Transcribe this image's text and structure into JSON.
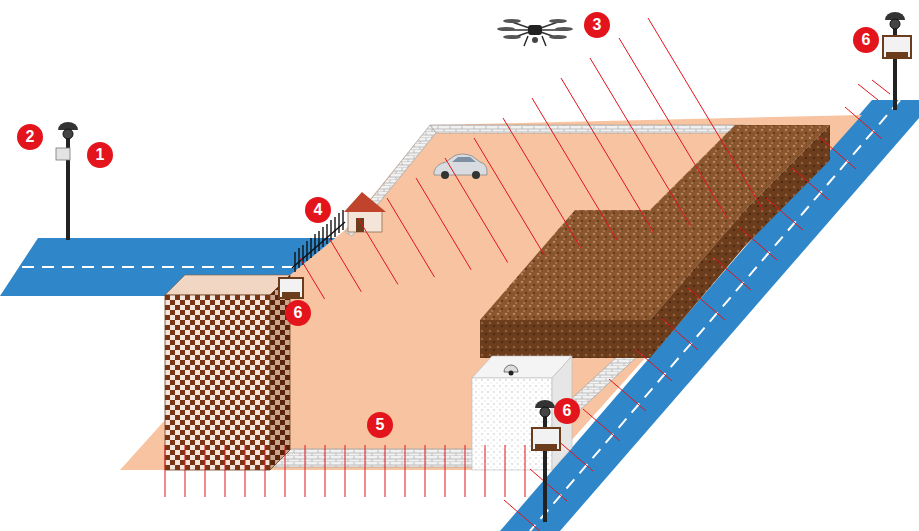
{
  "diagram": {
    "labels": [
      "3",
      "6",
      "2",
      "1",
      "4",
      "6",
      "5",
      "6"
    ]
  }
}
